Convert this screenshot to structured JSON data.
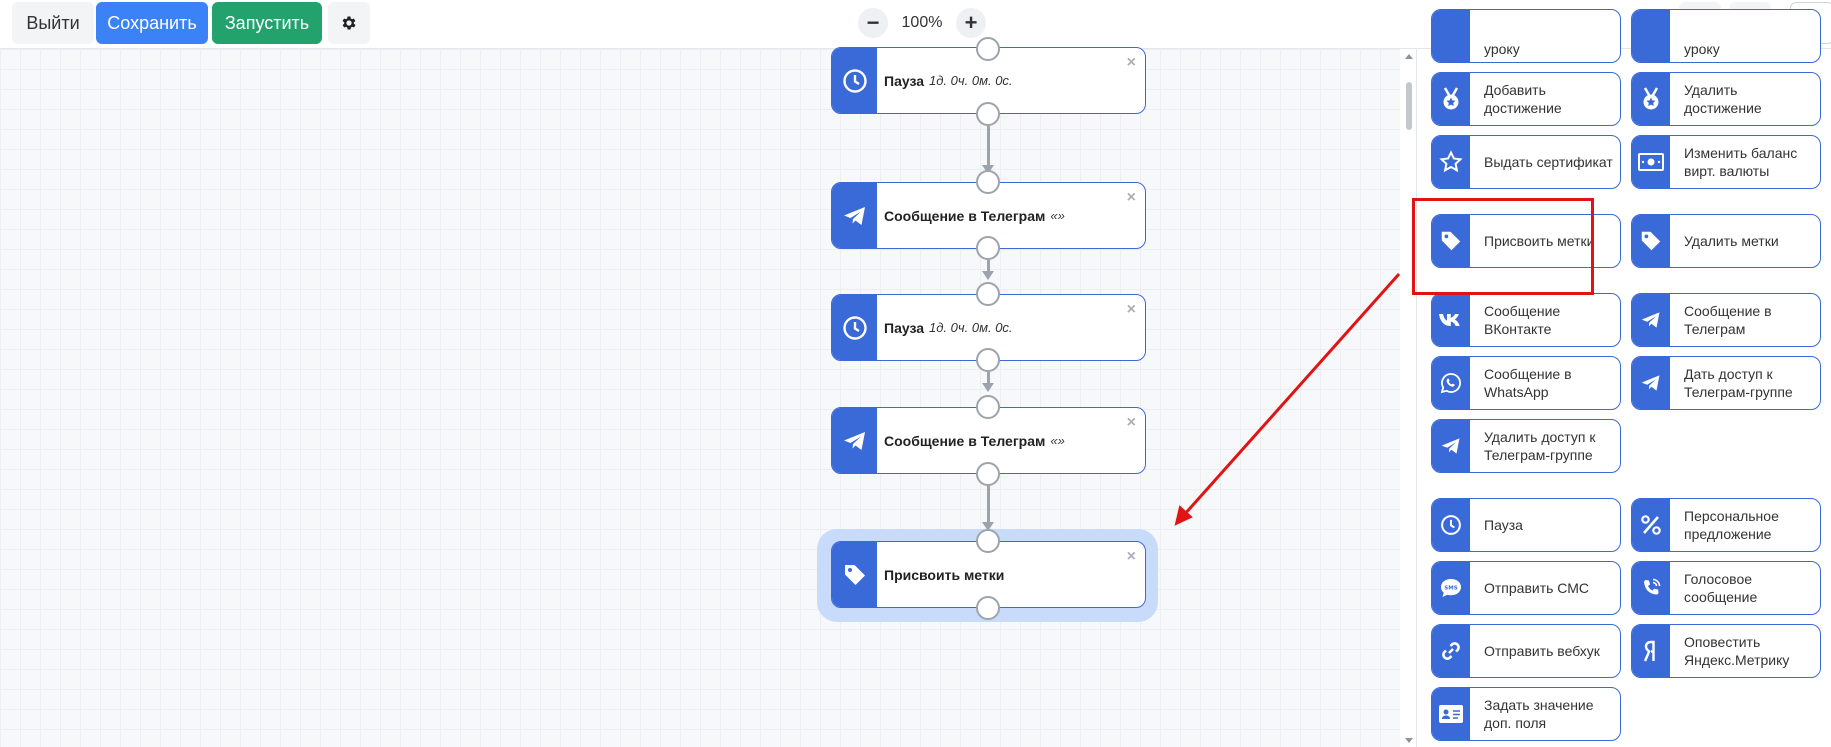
{
  "toolbar": {
    "exit_label": "Выйти",
    "save_label": "Сохранить",
    "run_label": "Запустить",
    "zoom_value": "100%",
    "zoom_minus": "−",
    "zoom_plus": "+"
  },
  "canvas": {
    "nodes": [
      {
        "title": "Пауза",
        "subtitle": "1д. 0ч. 0м. 0с.",
        "icon": "clock-icon"
      },
      {
        "title": "Сообщение в Телеграм",
        "subtitle": "«»",
        "icon": "telegram-icon"
      },
      {
        "title": "Пауза",
        "subtitle": "1д. 0ч. 0м. 0с.",
        "icon": "clock-icon"
      },
      {
        "title": "Сообщение в Телеграм",
        "subtitle": "«»",
        "icon": "telegram-icon"
      },
      {
        "title": "Присвоить метки",
        "subtitle": "",
        "icon": "tag-icon",
        "selected": true
      }
    ],
    "close_glyph": "×"
  },
  "palette": {
    "items": [
      {
        "label": "уроку",
        "icon": "book-icon"
      },
      {
        "label": "уроку",
        "icon": "book-icon"
      },
      {
        "label": "Добавить достижение",
        "icon": "medal-icon"
      },
      {
        "label": "Удалить достижение",
        "icon": "medal-icon"
      },
      {
        "label": "Выдать сертификат",
        "icon": "star-icon"
      },
      {
        "label": "Изменить баланс вирт. валюты",
        "icon": "money-icon"
      },
      {
        "label": "Присвоить метки",
        "icon": "tag-icon"
      },
      {
        "label": "Удалить метки",
        "icon": "tag-icon"
      },
      {
        "label": "Сообщение ВКонтакте",
        "icon": "vk-icon"
      },
      {
        "label": "Сообщение в Телеграм",
        "icon": "telegram-icon"
      },
      {
        "label": "Сообщение в WhatsApp",
        "icon": "whatsapp-icon"
      },
      {
        "label": "Дать доступ к Телеграм-группе",
        "icon": "telegram-icon"
      },
      {
        "label": "Удалить доступ к Телеграм-группе",
        "icon": "telegram-icon"
      },
      {
        "label": "Пауза",
        "icon": "clock-icon"
      },
      {
        "label": "Персональное предложение",
        "icon": "percent-icon"
      },
      {
        "label": "Отправить СМС",
        "icon": "sms-icon"
      },
      {
        "label": "Голосовое сообщение",
        "icon": "phone-icon"
      },
      {
        "label": "Отправить вебхук",
        "icon": "link-icon"
      },
      {
        "label": "Оповестить Яндекс.Метрику",
        "icon": "yandex-icon"
      },
      {
        "label": "Задать значение доп. поля",
        "icon": "id-card-icon"
      }
    ]
  },
  "colors": {
    "node_accent": "#3a69d8",
    "save": "#3b82f6",
    "run": "#23a26d",
    "annotation": "#e01414"
  }
}
